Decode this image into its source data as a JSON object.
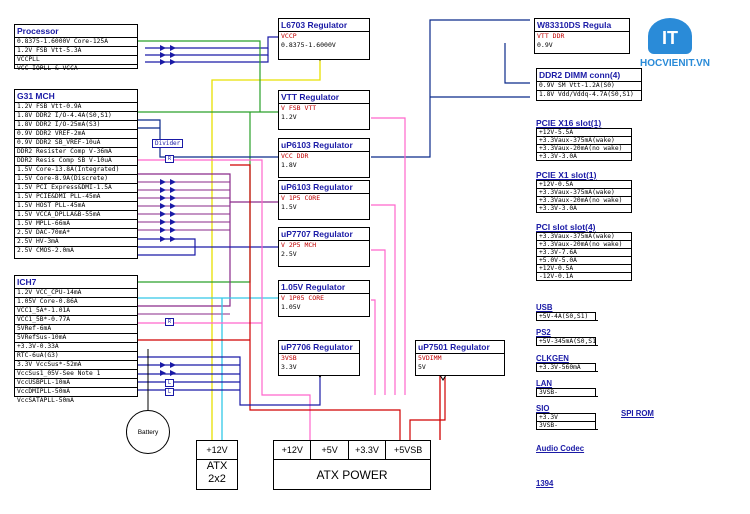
{
  "logo": {
    "text": "HOCVIENIT.VN",
    "mark": "IT"
  },
  "processor": {
    "title": "Processor",
    "rows": [
      "0.8375-1.6000V Core-125A",
      "1.2V FSB Vtt-5.3A",
      "VCCPLL",
      "VCC-IOPLL & VCCA"
    ]
  },
  "mch": {
    "title": "G31 MCH",
    "rows": [
      "1.2V FSB Vtt-0.9A",
      "1.8V DDR2 I/O-4.4A(S0,S1)",
      "1.8V DDR2 I/O-25mA(S3)",
      "0.9V DDR2 VREF-2mA",
      "0.9V DDR2 SB_VREF-10uA",
      "DDR2 Resister Comp V-36mA",
      "DDR2 Resis Comp SB V-10uA",
      "1.5V Core-13.8A(Integrated)",
      "1.5V Core-8.9A(Discrete)",
      "1.5V PCI Express&DMI-1.5A",
      "1.5V PCIE&DMI PLL-45mA",
      "1.5V HOST PLL-45mA",
      "1.5V VCCA_DPLLA&B-55mA",
      "1.5V MPLL-66mA",
      "2.5V DAC-70mA*",
      "2.5V HV-3mA",
      "2.5V CMOS-2.0mA"
    ]
  },
  "ich": {
    "title": "ICH7",
    "rows": [
      "1.2V VCC_CPU-14mA",
      "1.05V Core-0.86A",
      "VCC1_5A*-1.01A",
      "VCC1_5B*-0.77A",
      "5VRef-6mA",
      "5VRefSus-10mA",
      "+3.3V-0.33A",
      "RTC-6uA(G3)",
      "3.3V VccSus*-52mA",
      "VccSus1_05V-See Note 1",
      "VccUSBPLL-10mA",
      "VccDMIPLL-50mA",
      "VccSATAPLL-50mA"
    ]
  },
  "divider_label": "Divider",
  "r_label": "R",
  "l_label": "L",
  "battery": "Battery",
  "regulators": [
    {
      "title": "L6703 Regulator",
      "out": "VCCP",
      "val": "0.8375-1.6000V"
    },
    {
      "title": "VTT Regulator",
      "out": "V FSB VTT",
      "val": "1.2V"
    },
    {
      "title": "uP6103 Regulator",
      "out": "VCC DDR",
      "val": "1.8V"
    },
    {
      "title": "uP6103 Regulator",
      "out": "V 1P5 CORE",
      "val": "1.5V"
    },
    {
      "title": "uP7707 Regulator",
      "out": "V 2P5 MCH",
      "val": "2.5V"
    },
    {
      "title": "1.05V Regulator",
      "out": "V 1P05 CORE",
      "val": "1.05V"
    },
    {
      "title": "uP7706 Regulator",
      "out": "3VSB",
      "val": "3.3V"
    },
    {
      "title": "uP7501 Regulator",
      "out": "5VDIMM",
      "val": "5V"
    },
    {
      "title": "W83310DS Regula",
      "out": "VTT DDR",
      "val": "0.9V"
    }
  ],
  "dimm": {
    "title": "DDR2 DIMM conn(4)",
    "rows": [
      "0.9V SM Vtt-1.2A(S0)",
      "1.8V Vdd/Vddq-4.7A(S0,S1)"
    ]
  },
  "slots": [
    {
      "title": "PCIE X16 slot(1)",
      "rows": [
        "+12V-5.5A",
        "+3.3Vaux-375mA(wake)",
        "+3.3Vaux-20mA(no wake)",
        "+3.3V-3.0A"
      ]
    },
    {
      "title": "PCIE X1 slot(1)",
      "rows": [
        "+12V-0.5A",
        "+3.3Vaux-375mA(wake)",
        "+3.3Vaux-20mA(no wake)",
        "+3.3V-3.0A"
      ]
    },
    {
      "title": "PCI slot slot(4)",
      "rows": [
        "+3.3Vaux-375mA(wake)",
        "+3.3Vaux-20mA(no wake)",
        "+3.3V-7.6A",
        "+5.0V-5.0A",
        "+12V-0.5A",
        "-12V-0.1A"
      ]
    }
  ],
  "periph": [
    {
      "title": "USB",
      "rows": [
        "+5V-4A(S0,S1)"
      ]
    },
    {
      "title": "PS2",
      "rows": [
        "+5V-345mA(S0,S1)"
      ]
    },
    {
      "title": "CLKGEN",
      "rows": [
        "+3.3V-560mA"
      ]
    },
    {
      "title": "LAN",
      "rows": [
        "3VSB-"
      ]
    },
    {
      "title": "SIO",
      "rows": [
        "+3.3V",
        "3VSB-"
      ]
    },
    {
      "title": "SPI ROM",
      "rows": []
    },
    {
      "title": "Audio Codec",
      "rows": []
    },
    {
      "title": "1394",
      "rows": []
    }
  ],
  "atx2x2": {
    "pin": "+12V",
    "label1": "ATX",
    "label2": "2x2"
  },
  "atxpower": {
    "pins": [
      "+12V",
      "+5V",
      "+3.3V",
      "+5VSB"
    ],
    "label": "ATX POWER"
  },
  "colors": {
    "yellow": "#e8e000",
    "blue": "#1a1aa6",
    "green": "#2aa02a",
    "pink": "#ff66cc",
    "red": "#d00000",
    "purple": "#8a2a8a",
    "cyan": "#33c8e8",
    "darkblue": "#0a2a8a",
    "orange": "#c87028"
  }
}
